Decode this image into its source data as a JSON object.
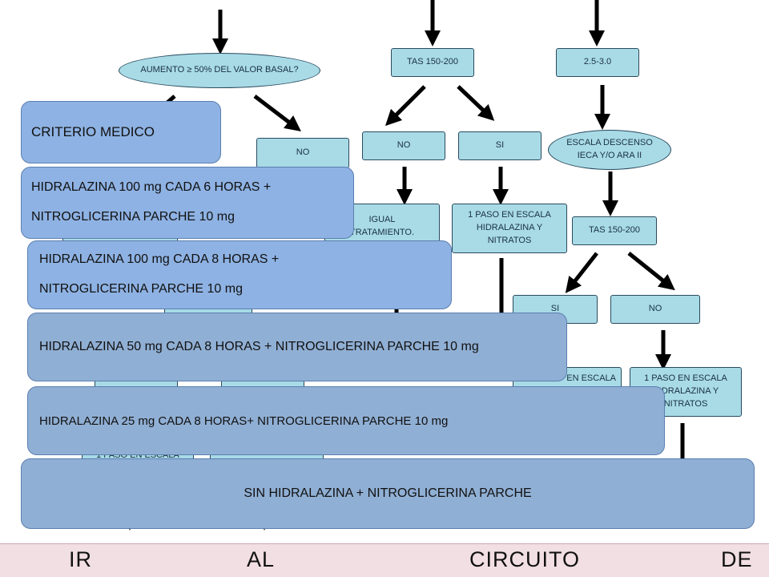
{
  "flowchart": {
    "nodes": {
      "aumento": "AUMENTO ≥ 50% DEL VALOR BASAL?",
      "no_left": "NO",
      "tas_top": "TAS 150-200",
      "range": "2.5-3.0",
      "no_mid": "NO",
      "si_mid": "SI",
      "escala_descenso_1": "ESCALA DESCENSO",
      "escala_descenso_2": "IECA Y/O ARA II",
      "igual_1": "IGUAL",
      "igual_2": "TRATAMIENTO.",
      "paso_mid_1": "1 PASO EN ESCALA",
      "paso_mid_2": "HIDRALAZINA Y",
      "paso_mid_3": "NITRATOS",
      "tas_right": "TAS 150-200",
      "si_right": "SI",
      "no_right": "NO",
      "paso_right_partial": "EN ESCALA",
      "paso_far_1": "1 PASO EN ESCALA",
      "paso_far_2": "HIDRALAZINA Y",
      "paso_far_3": "NITRATOS",
      "paso_left_partial": "1 PASO EN ESCALA"
    }
  },
  "overlays": {
    "criterio": "CRITERIO  MEDICO",
    "hidra_100_6_line1": "HIDRALAZINA 100 mg CADA 6 HORAS +",
    "hidra_100_6_line2": " NITROGLICERINA PARCHE 10 mg",
    "hidra_100_8_line1": "HIDRALAZINA 100 mg CADA 8 HORAS +",
    "hidra_100_8_line2": "NITROGLICERINA PARCHE 10 mg",
    "hidra_50_8": "HIDRALAZINA 50 mg CADA 8 HORAS + NITROGLICERINA PARCHE 10 mg",
    "hidra_25_8": "HIDRALAZINA 25 mg  CADA 8 HORAS+ NITROGLICERINA PARCHE 10 mg",
    "sin_hidra": "SIN HIDRALAZINA + NITROGLICERINA PARCHE"
  },
  "footer": {
    "words": [
      "IR",
      "AL",
      "CIRCUITO",
      "DE"
    ]
  },
  "colors": {
    "node_fill": "#a8dbe6",
    "overlay_blue": "#8eb2e3",
    "overlay_grey": "#90afd4",
    "footer_bg": "#f2dfe3"
  }
}
